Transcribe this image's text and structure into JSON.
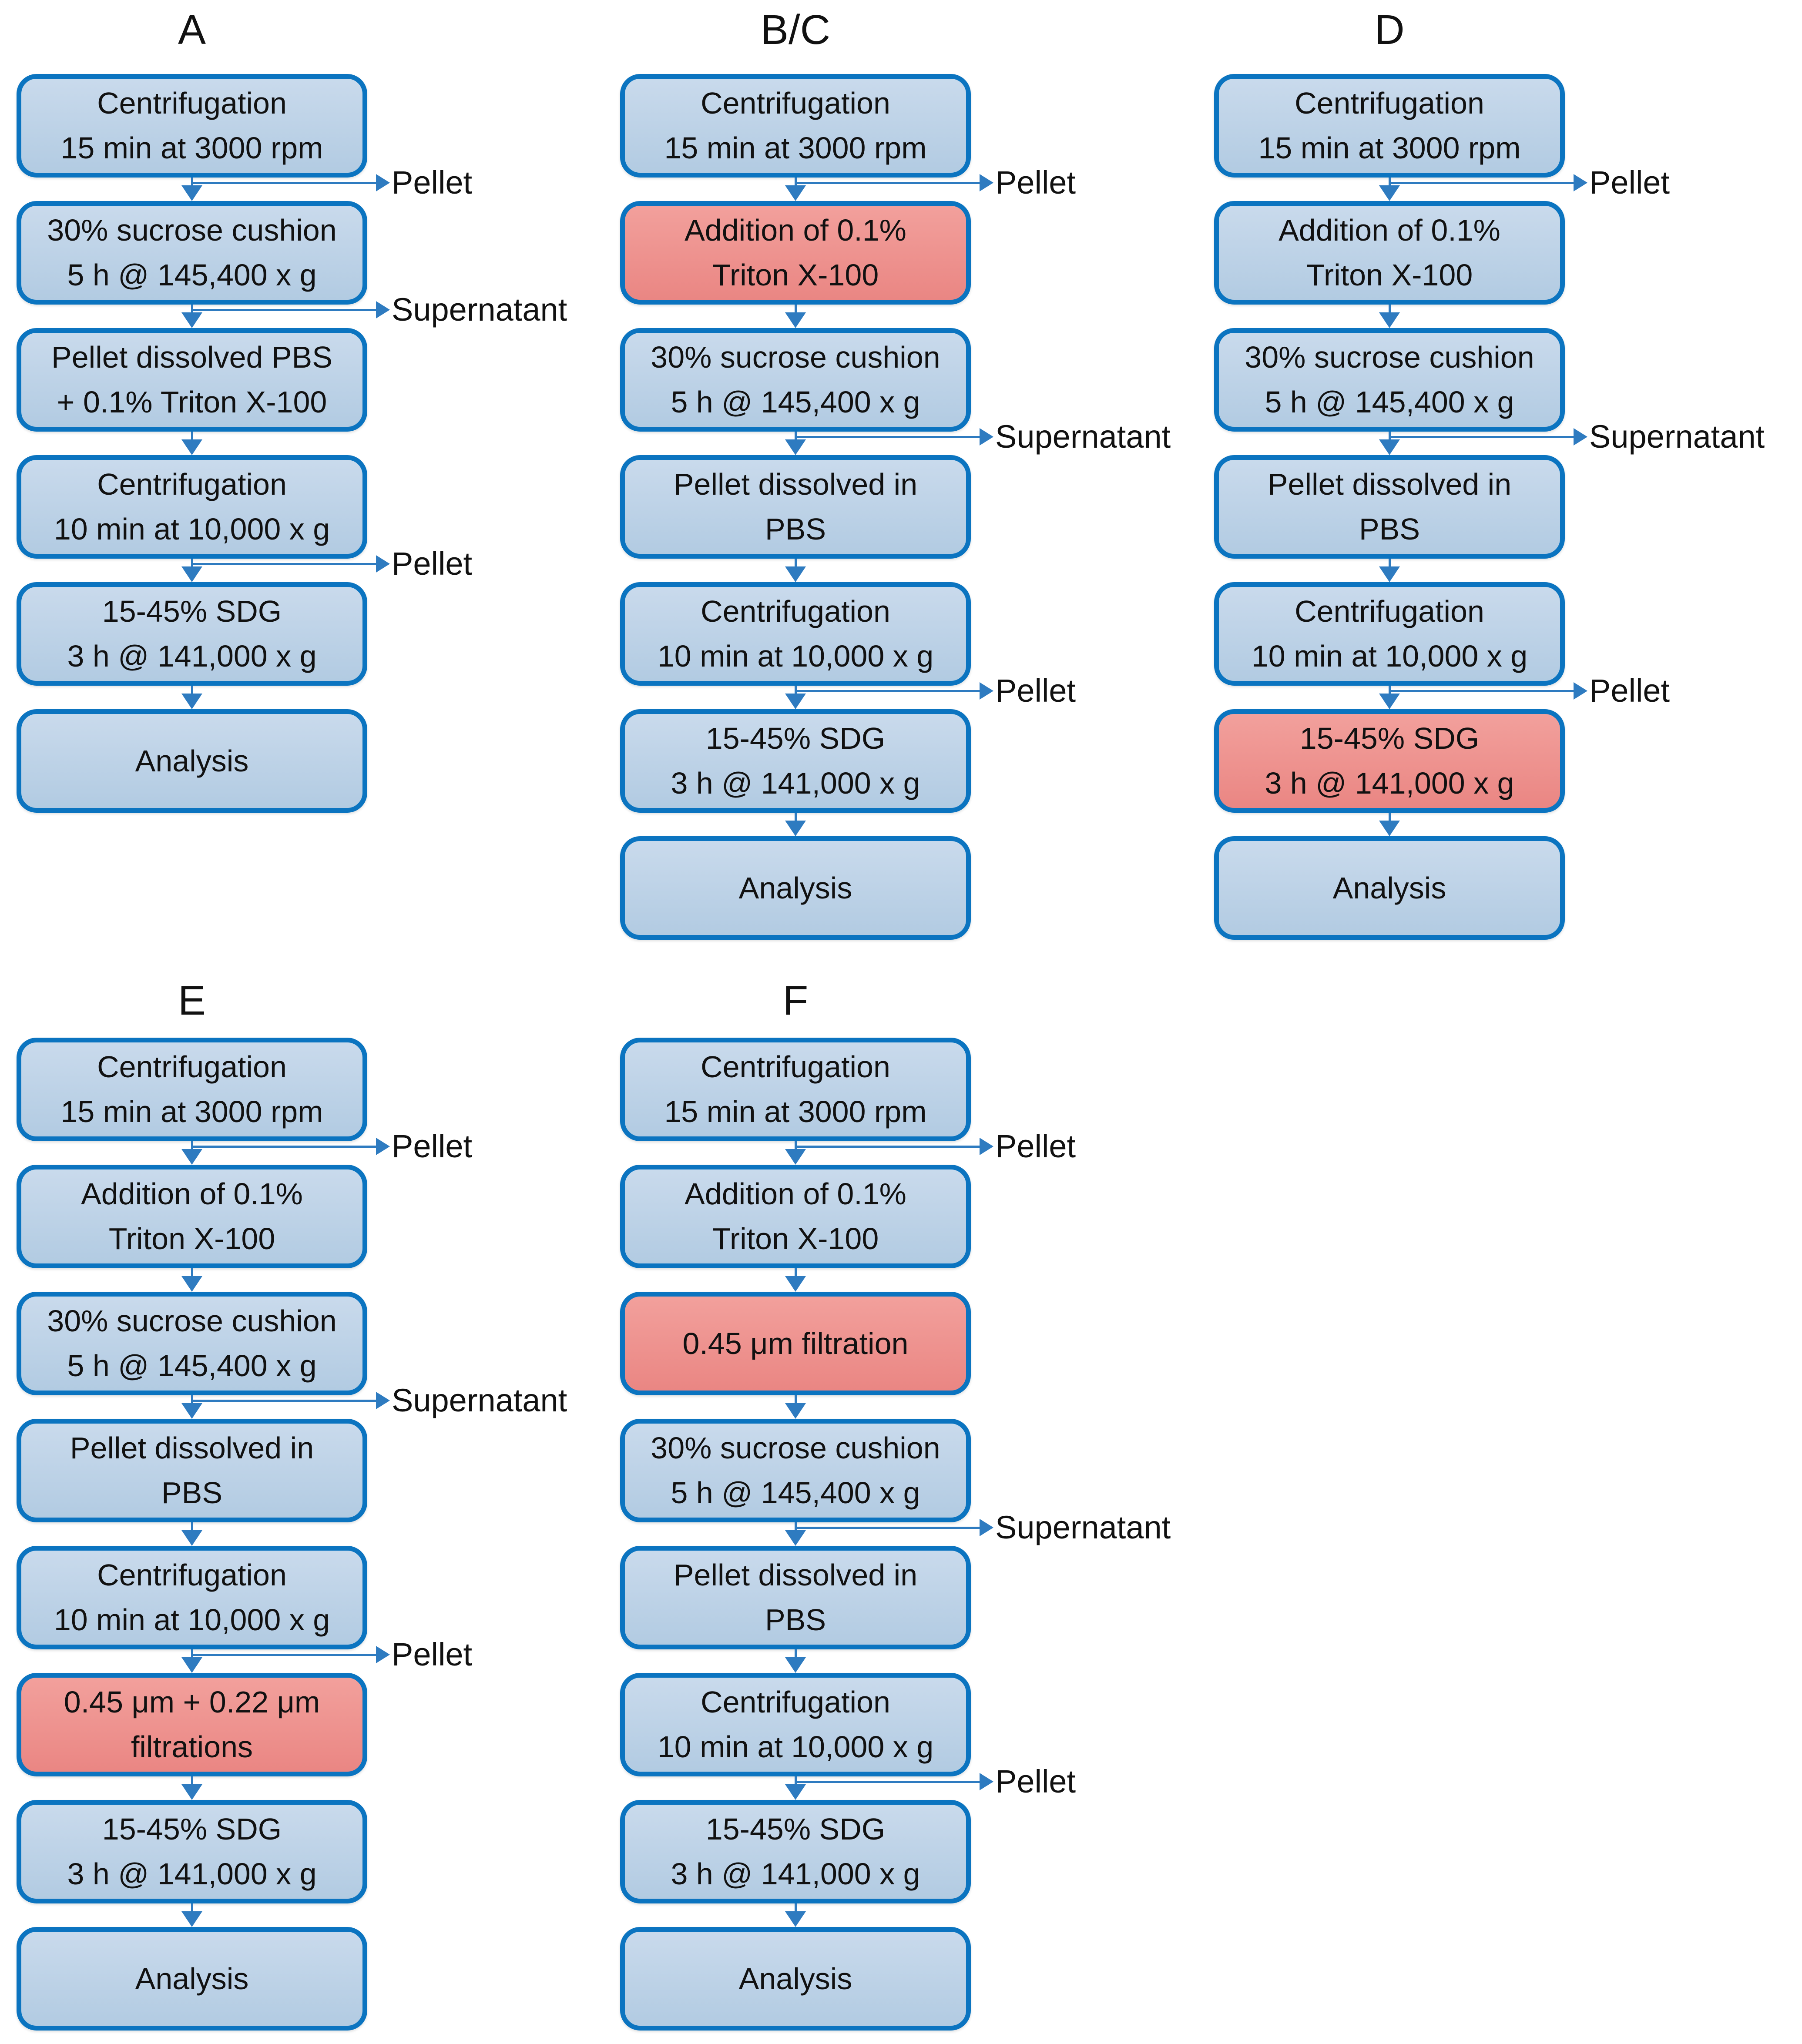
{
  "figure": {
    "background": "#ffffff",
    "colors": {
      "box_fill_blue": "#bdd2e7",
      "box_fill_red": "#ee928f",
      "box_border": "#0b74c0",
      "arrow": "#2e7bc0",
      "text": "#111111"
    },
    "branch_label_pellet": "Pellet",
    "branch_label_supernatant": "Supernatant"
  },
  "columns": [
    {
      "key": "A",
      "title": "A",
      "steps": [
        {
          "lines": [
            "Centrifugation",
            "15 min at 3000 rpm"
          ],
          "variant": "blue",
          "branch": "Pellet"
        },
        {
          "lines": [
            "30% sucrose cushion",
            "5 h @ 145,400 x g"
          ],
          "variant": "blue",
          "branch": "Supernatant"
        },
        {
          "lines": [
            "Pellet dissolved PBS",
            "+ 0.1% Triton X-100"
          ],
          "variant": "blue",
          "branch": null
        },
        {
          "lines": [
            "Centrifugation",
            "10 min at 10,000 x g"
          ],
          "variant": "blue",
          "branch": "Pellet"
        },
        {
          "lines": [
            "15-45% SDG",
            "3 h @ 141,000 x g"
          ],
          "variant": "blue",
          "branch": null
        },
        {
          "lines": [
            "Analysis"
          ],
          "variant": "blue",
          "branch": null
        }
      ]
    },
    {
      "key": "BC",
      "title": "B/C",
      "steps": [
        {
          "lines": [
            "Centrifugation",
            "15 min at 3000 rpm"
          ],
          "variant": "blue",
          "branch": "Pellet"
        },
        {
          "lines": [
            "Addition of 0.1%",
            "Triton X-100"
          ],
          "variant": "red",
          "branch": null
        },
        {
          "lines": [
            "30% sucrose cushion",
            "5 h @ 145,400 x g"
          ],
          "variant": "blue",
          "branch": "Supernatant"
        },
        {
          "lines": [
            "Pellet dissolved in",
            "PBS"
          ],
          "variant": "blue",
          "branch": null
        },
        {
          "lines": [
            "Centrifugation",
            "10 min at 10,000 x g"
          ],
          "variant": "blue",
          "branch": "Pellet"
        },
        {
          "lines": [
            "15-45% SDG",
            "3 h @ 141,000 x g"
          ],
          "variant": "blue",
          "branch": null
        },
        {
          "lines": [
            "Analysis"
          ],
          "variant": "blue",
          "branch": null
        }
      ]
    },
    {
      "key": "D",
      "title": "D",
      "steps": [
        {
          "lines": [
            "Centrifugation",
            "15 min at 3000 rpm"
          ],
          "variant": "blue",
          "branch": "Pellet"
        },
        {
          "lines": [
            "Addition of 0.1%",
            "Triton X-100"
          ],
          "variant": "blue",
          "branch": null
        },
        {
          "lines": [
            "30% sucrose cushion",
            "5 h @ 145,400 x g"
          ],
          "variant": "blue",
          "branch": "Supernatant"
        },
        {
          "lines": [
            "Pellet dissolved in",
            "PBS"
          ],
          "variant": "blue",
          "branch": null
        },
        {
          "lines": [
            "Centrifugation",
            "10 min at 10,000 x g"
          ],
          "variant": "blue",
          "branch": "Pellet"
        },
        {
          "lines": [
            "15-45% SDG",
            "3 h @ 141,000 x g"
          ],
          "variant": "red",
          "branch": null
        },
        {
          "lines": [
            "Analysis"
          ],
          "variant": "blue",
          "branch": null
        }
      ]
    },
    {
      "key": "E",
      "title": "E",
      "steps": [
        {
          "lines": [
            "Centrifugation",
            "15 min at 3000 rpm"
          ],
          "variant": "blue",
          "branch": "Pellet"
        },
        {
          "lines": [
            "Addition of 0.1%",
            "Triton X-100"
          ],
          "variant": "blue",
          "branch": null
        },
        {
          "lines": [
            "30% sucrose cushion",
            "5 h @ 145,400 x g"
          ],
          "variant": "blue",
          "branch": "Supernatant"
        },
        {
          "lines": [
            "Pellet dissolved in",
            "PBS"
          ],
          "variant": "blue",
          "branch": null
        },
        {
          "lines": [
            "Centrifugation",
            "10 min at 10,000 x g"
          ],
          "variant": "blue",
          "branch": "Pellet"
        },
        {
          "lines": [
            "0.45 μm + 0.22 μm",
            "filtrations"
          ],
          "variant": "red",
          "branch": null
        },
        {
          "lines": [
            "15-45% SDG",
            "3 h @ 141,000 x g"
          ],
          "variant": "blue",
          "branch": null
        },
        {
          "lines": [
            "Analysis"
          ],
          "variant": "blue",
          "branch": null
        }
      ]
    },
    {
      "key": "F",
      "title": "F",
      "steps": [
        {
          "lines": [
            "Centrifugation",
            "15 min at 3000 rpm"
          ],
          "variant": "blue",
          "branch": "Pellet"
        },
        {
          "lines": [
            "Addition of 0.1%",
            "Triton X-100"
          ],
          "variant": "blue",
          "branch": null
        },
        {
          "lines": [
            "0.45 μm filtration"
          ],
          "variant": "red",
          "branch": null
        },
        {
          "lines": [
            "30% sucrose cushion",
            "5 h @ 145,400 x g"
          ],
          "variant": "blue",
          "branch": "Supernatant"
        },
        {
          "lines": [
            "Pellet dissolved in",
            "PBS"
          ],
          "variant": "blue",
          "branch": null
        },
        {
          "lines": [
            "Centrifugation",
            "10 min at 10,000 x g"
          ],
          "variant": "blue",
          "branch": "Pellet"
        },
        {
          "lines": [
            "15-45% SDG",
            "3 h @ 141,000 x g"
          ],
          "variant": "blue",
          "branch": null
        },
        {
          "lines": [
            "Analysis"
          ],
          "variant": "blue",
          "branch": null
        }
      ]
    }
  ]
}
